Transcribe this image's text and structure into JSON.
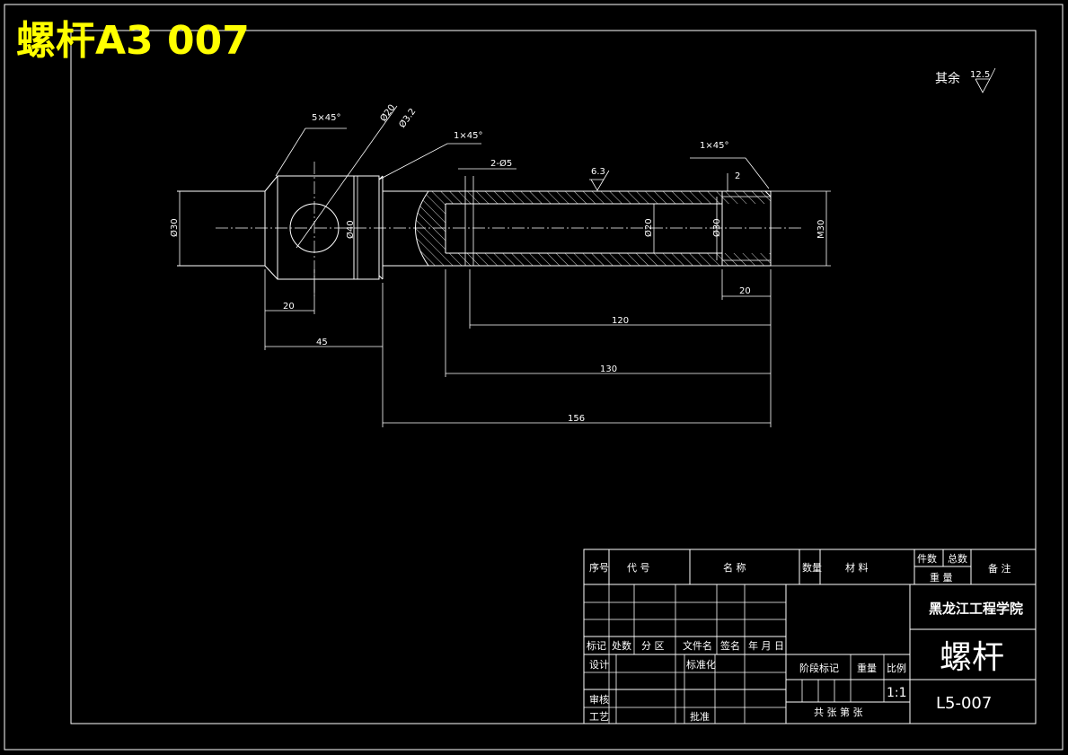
{
  "header": {
    "title": "螺杆A3 007"
  },
  "roughness_note": {
    "label": "其余",
    "value": "12.5"
  },
  "part": {
    "chamfers": [
      "5×45°",
      "1×45°",
      "1×45°"
    ],
    "hole_callout": [
      "Ø20",
      "Ø3.2"
    ],
    "slot_note": "2-Ø5",
    "surface_roughness": "6.3",
    "diameters": [
      "Ø30",
      "Ø40",
      "Ø20",
      "Ø30",
      "M30"
    ],
    "dimensions": [
      "2",
      "20",
      "20",
      "45",
      "120",
      "130",
      "156"
    ]
  },
  "title_block": {
    "parts_header": [
      "序号",
      "代 号",
      "名 称",
      "数量",
      "材 料",
      "件数",
      "总数",
      "重 量",
      "备 注"
    ],
    "change_header": [
      "标记",
      "处数",
      "分 区",
      "文件名",
      "签名",
      "年 月 日"
    ],
    "roles": [
      "设计",
      "标准化",
      "审核",
      "工艺",
      "批准"
    ],
    "stage_header": [
      "阶段标记",
      "重量",
      "比例"
    ],
    "scale": "1:1",
    "sheet_info": "共 张 第 张",
    "school": "黑龙江工程学院",
    "part_name": "螺杆",
    "drawing_number": "L5-007"
  }
}
